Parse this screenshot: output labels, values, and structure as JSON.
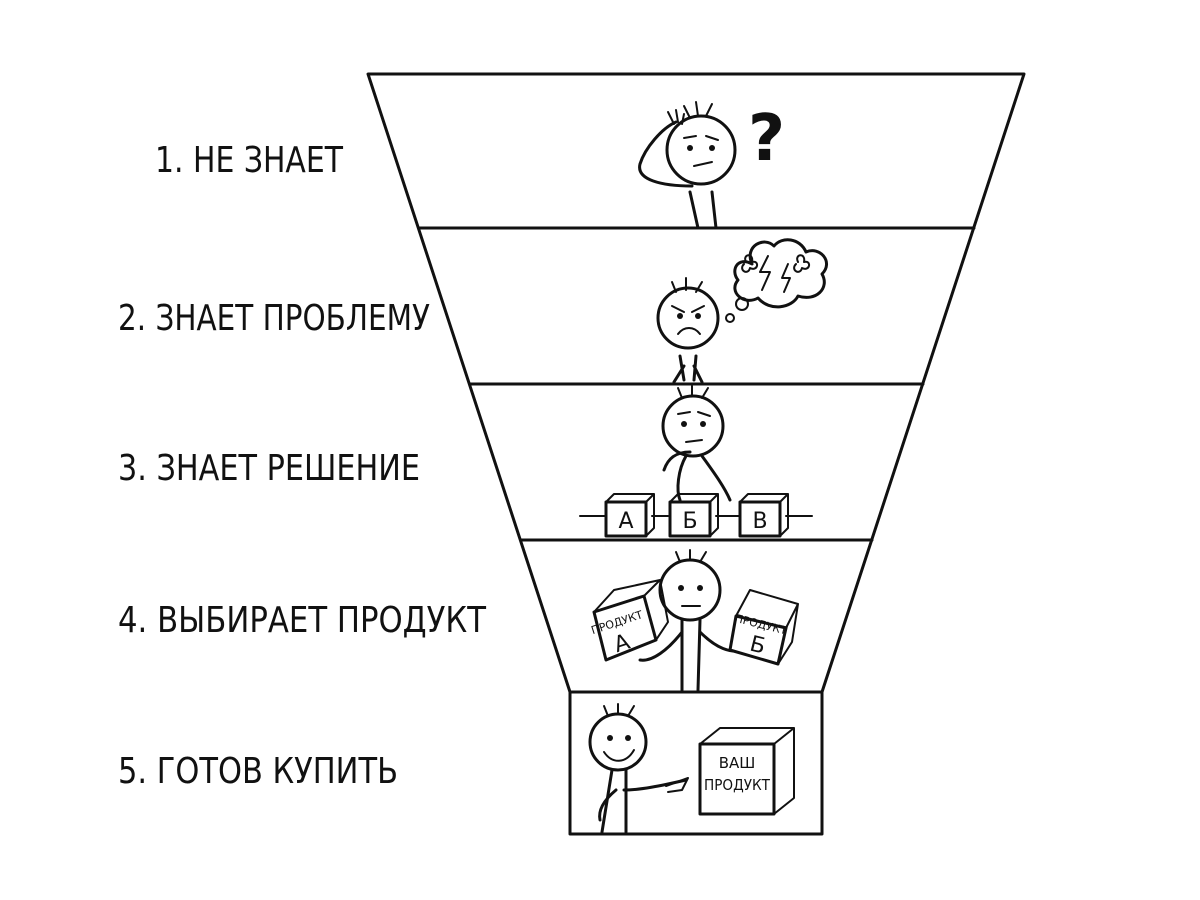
{
  "stages": [
    {
      "label": "1. НЕ ЗНАЕТ"
    },
    {
      "label": "2. ЗНАЕТ ПРОБЛЕМУ"
    },
    {
      "label": "3. ЗНАЕТ РЕШЕНИЕ"
    },
    {
      "label": "4. ВЫБИРАЕТ ПРОДУКТ"
    },
    {
      "label": "5. ГОТОВ КУПИТЬ"
    }
  ],
  "stage1": {
    "question_mark": "?"
  },
  "stage3": {
    "options": [
      "А",
      "Б",
      "В"
    ]
  },
  "stage4": {
    "box_a": {
      "caption": "ПРОДУКТ",
      "letter": "А"
    },
    "box_b": {
      "caption": "ПРОДУКТ",
      "letter": "Б"
    }
  },
  "stage5": {
    "box_line1": "ВАШ",
    "box_line2": "ПРОДУКТ"
  }
}
